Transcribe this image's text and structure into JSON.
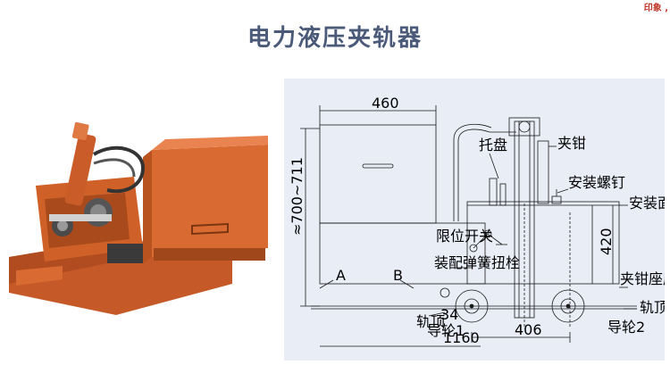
{
  "page": {
    "title": "电力液压夹轨器",
    "corner_mark": "印象 ,"
  },
  "drawing": {
    "dim_top": "460",
    "dim_height": "≈700~711",
    "dim_right": "420",
    "dim_bottom_small": "34",
    "dim_bottom_left": "1160",
    "dim_bottom_mid": "406",
    "labels": {
      "tray": "托盘",
      "clamp": "夹钳",
      "mount_bolt": "安装螺钉",
      "mount_surface": "安装面",
      "limit_switch": "限位开关",
      "spring_bolt": "装配弹簧扭栓",
      "clamp_base_plate": "夹钳座底板",
      "rail_top_left": "轨顶",
      "rail_top_right": "轨顶",
      "guide_wheel_1": "导轮1",
      "guide_wheel_2": "导轮2",
      "point_a": "A",
      "point_b": "B"
    }
  },
  "colors": {
    "title": "#4a5a78",
    "machine": "#d2662f",
    "drawing_bg": "#e8edf6",
    "line": "#1a1a1a"
  }
}
